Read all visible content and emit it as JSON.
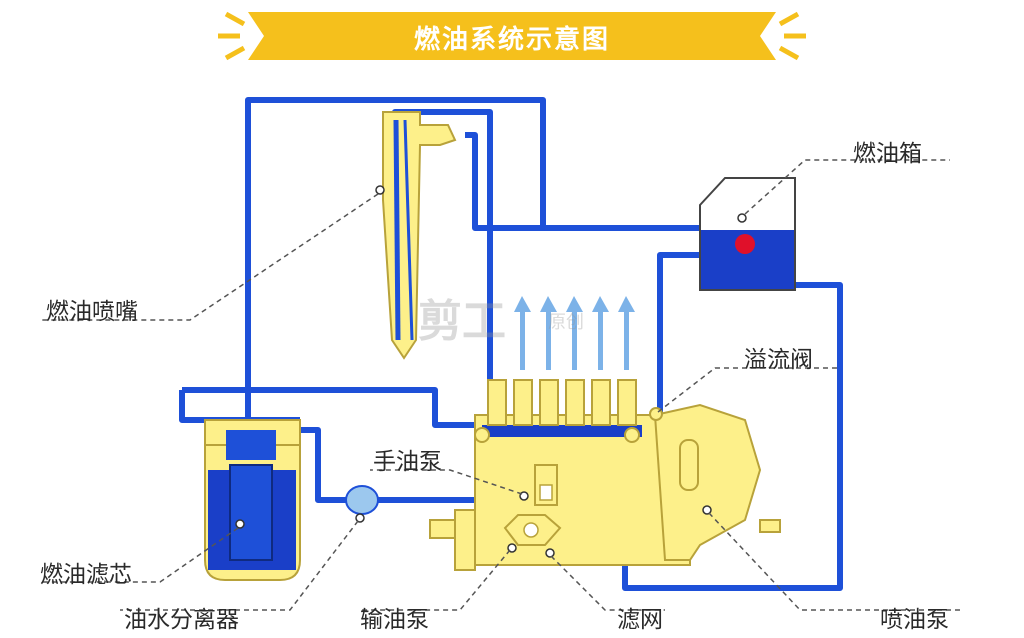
{
  "title": "燃油系统示意图",
  "labels": {
    "fuel_tank": "燃油箱",
    "injector": "燃油喷嘴",
    "overflow_valve": "溢流阀",
    "hand_pump": "手油泵",
    "fuel_filter": "燃油滤芯",
    "water_separator": "油水分离器",
    "feed_pump": "输油泵",
    "strainer": "滤网",
    "injection_pump": "喷油泵"
  },
  "watermark": {
    "main": "剪工",
    "sub": "原创"
  },
  "colors": {
    "banner": "#f5c01c",
    "pipe": "#1e50d8",
    "fuel": "#1a3fc8",
    "component": "#fdf08a",
    "component_outline": "#b8a23a",
    "arrow": "#7cb2e8",
    "valve_red": "#e0102a",
    "leader": "#555555"
  }
}
